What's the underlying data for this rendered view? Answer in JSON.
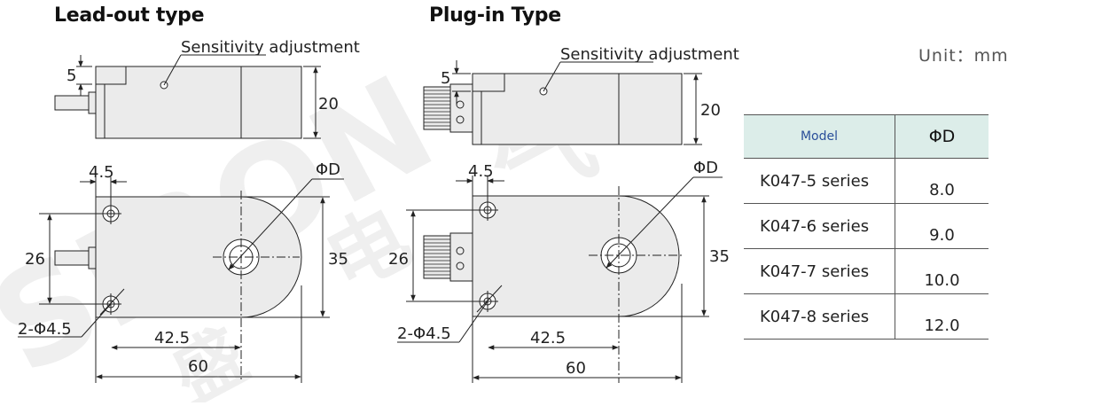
{
  "titles": {
    "lead_out": "Lead-out type",
    "plug_in": "Plug-in Type"
  },
  "unit": "Unit：mm",
  "labels": {
    "sensitivity": "Sensitivity adjustment",
    "dim_5": "5",
    "dim_20": "20",
    "dim_4_5": "4.5",
    "dim_phi_d": "ΦD",
    "dim_26": "26",
    "dim_35": "35",
    "dim_hole": "2-Φ4.5",
    "dim_42_5": "42.5",
    "dim_60": "60"
  },
  "table": {
    "headers": [
      "Model",
      "ΦD"
    ],
    "rows": [
      {
        "model": "K047-5 series",
        "value": "8.0"
      },
      {
        "model": "K047-6 series",
        "value": "9.0"
      },
      {
        "model": "K047-7 series",
        "value": "10.0"
      },
      {
        "model": "K047-8 series",
        "value": "12.0"
      }
    ]
  },
  "colors": {
    "body_fill": "#ebebeb",
    "line": "#222222",
    "header_fill": "#dcede9",
    "header_text": "#2a4f9a"
  }
}
